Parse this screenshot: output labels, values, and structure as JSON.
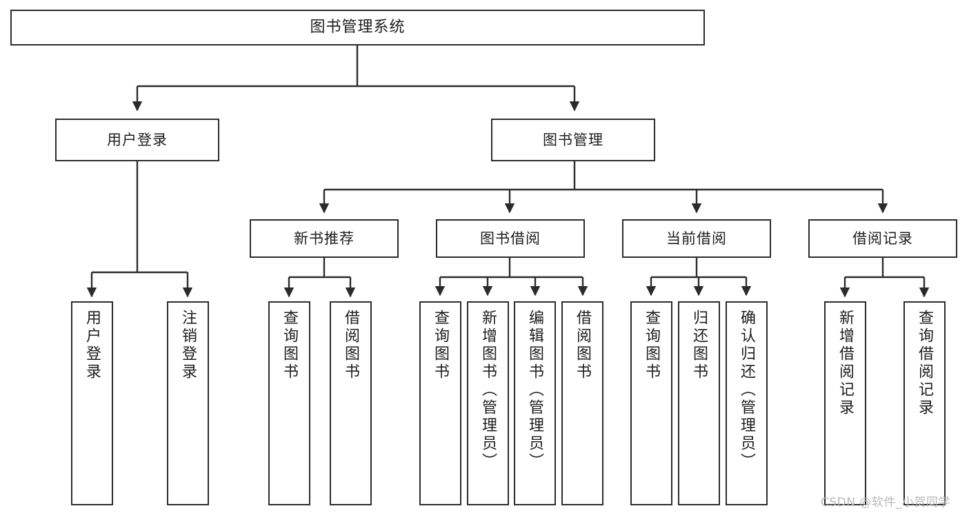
{
  "diagram": {
    "type": "tree",
    "title": "图书管理系统",
    "orientation": "top-down",
    "colors": {
      "box_border": "#2b2b2b",
      "box_fill": "#ffffff",
      "connector": "#2b2b2b",
      "background": "#ffffff",
      "watermark": "#b8b8b8"
    },
    "root": {
      "id": "root",
      "label": "图书管理系统"
    },
    "level1": [
      {
        "id": "user-login",
        "label": "用户登录"
      },
      {
        "id": "book-manage",
        "label": "图书管理"
      }
    ],
    "level2": [
      {
        "id": "new-book-rec",
        "label": "新书推荐",
        "parent": "book-manage"
      },
      {
        "id": "book-borrow",
        "label": "图书借阅",
        "parent": "book-manage"
      },
      {
        "id": "current-borrow",
        "label": "当前借阅",
        "parent": "book-manage"
      },
      {
        "id": "borrow-record",
        "label": "借阅记录",
        "parent": "book-manage"
      }
    ],
    "leaves": [
      {
        "id": "leaf-user-login",
        "label": "用户登录",
        "parent": "user-login"
      },
      {
        "id": "leaf-logout",
        "label": "注销登录",
        "parent": "user-login"
      },
      {
        "id": "leaf-query-book-1",
        "label": "查询图书",
        "parent": "new-book-rec"
      },
      {
        "id": "leaf-borrow-book-1",
        "label": "借阅图书",
        "parent": "new-book-rec"
      },
      {
        "id": "leaf-query-book-2",
        "label": "查询图书",
        "parent": "book-borrow"
      },
      {
        "id": "leaf-add-book",
        "label": "新增图书（管理员）",
        "parent": "book-borrow"
      },
      {
        "id": "leaf-edit-book",
        "label": "编辑图书（管理员）",
        "parent": "book-borrow"
      },
      {
        "id": "leaf-borrow-book-2",
        "label": "借阅图书",
        "parent": "book-borrow"
      },
      {
        "id": "leaf-query-book-3",
        "label": "查询图书",
        "parent": "current-borrow"
      },
      {
        "id": "leaf-return-book",
        "label": "归还图书",
        "parent": "current-borrow"
      },
      {
        "id": "leaf-confirm-return",
        "label": "确认归还（管理员）",
        "parent": "current-borrow"
      },
      {
        "id": "leaf-add-record",
        "label": "新增借阅记录",
        "parent": "borrow-record"
      },
      {
        "id": "leaf-query-record",
        "label": "查询借阅记录",
        "parent": "borrow-record"
      }
    ]
  },
  "watermark": {
    "text": "CSDN @软件_小贺同学"
  }
}
